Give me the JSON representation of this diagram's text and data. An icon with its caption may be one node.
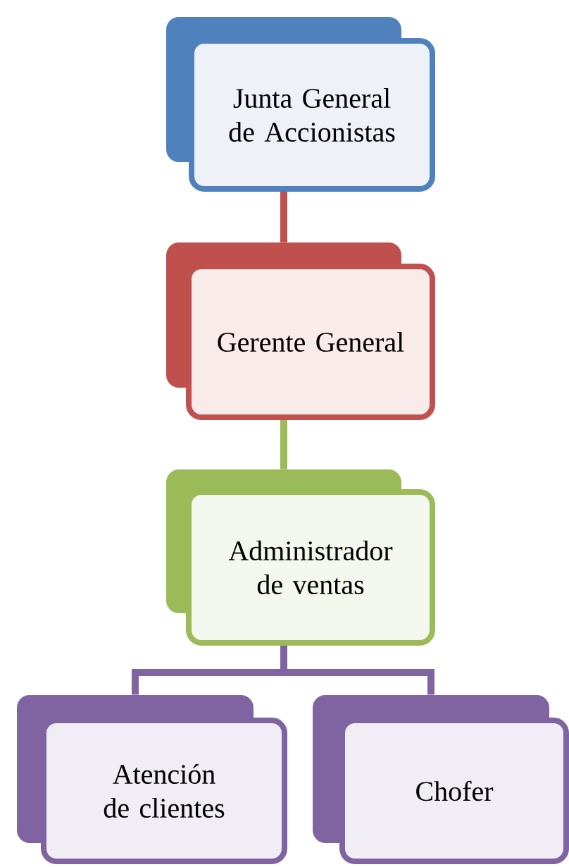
{
  "diagram": {
    "nodes": [
      {
        "text": [
          "Junta General de Accionistas"
        ]
      },
      {
        "text": [
          "Gerente General"
        ]
      },
      {
        "text": [
          "Administrador de ventas"
        ]
      },
      {
        "text": [
          "Atención de clientes"
        ]
      },
      {
        "text": [
          "Chofer"
        ]
      }
    ],
    "edges": [
      {
        "from": 0,
        "to": 1,
        "arrow": "none",
        "color": "#c0504d"
      },
      {
        "from": 1,
        "to": 2,
        "arrow": "none",
        "color": "#9bbb59"
      },
      {
        "from": 2,
        "to": 3,
        "arrow": "none",
        "color": "#8064a2"
      },
      {
        "from": 2,
        "to": 4,
        "arrow": "none",
        "color": "#8064a2"
      }
    ]
  }
}
